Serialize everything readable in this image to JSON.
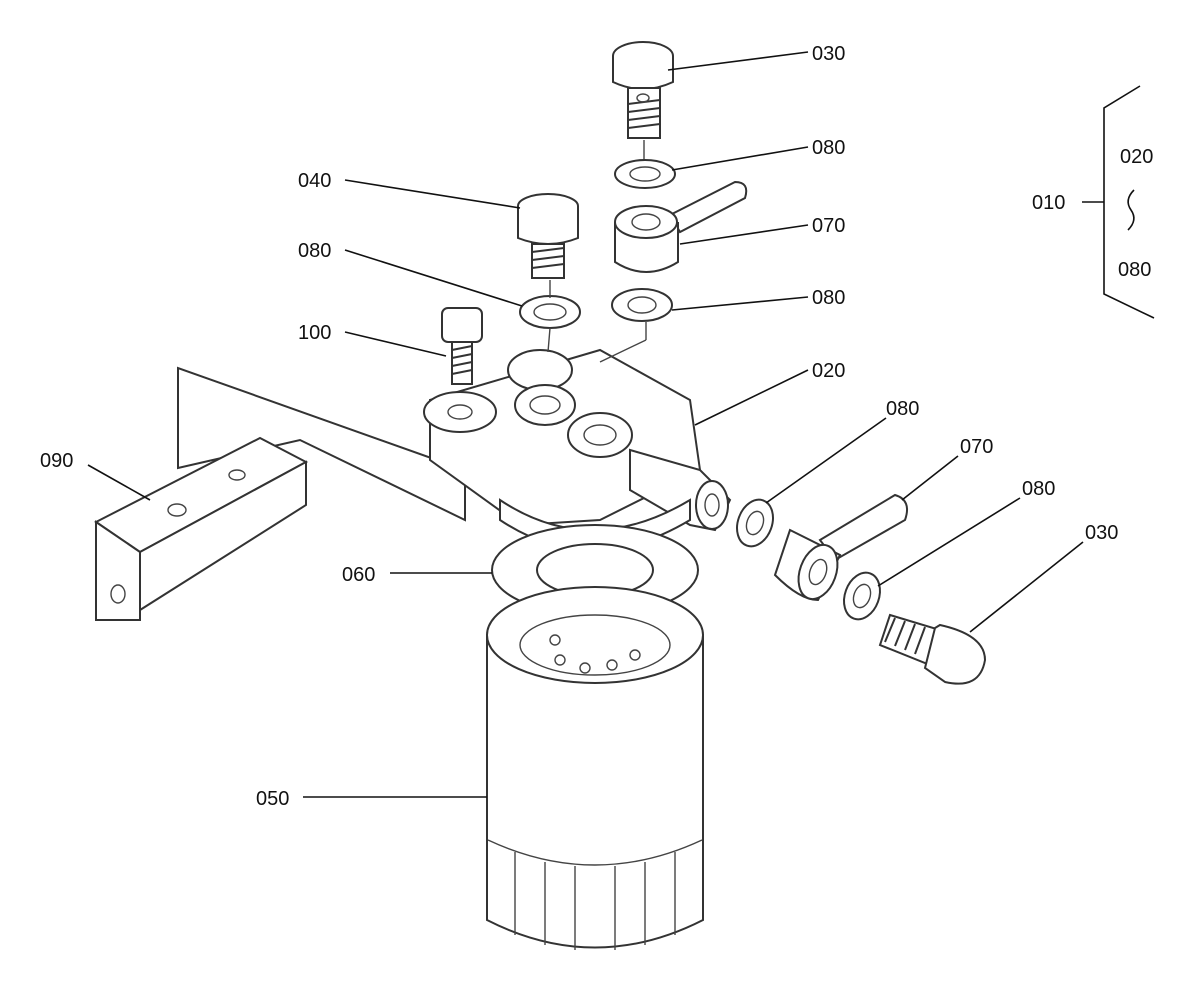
{
  "callouts": {
    "bolt_top": "030",
    "washer_top_1": "080",
    "banjo_top": "070",
    "washer_top_2": "080",
    "plug": "040",
    "washer_plug": "080",
    "bolt_mount": "100",
    "head": "020",
    "bracket": "090",
    "washer_side_1": "080",
    "banjo_side": "070",
    "washer_side_2": "080",
    "bolt_side": "030",
    "gasket": "060",
    "filter": "050"
  },
  "assembly": {
    "label": "010",
    "from": "020",
    "range_symbol": "~",
    "to": "080"
  }
}
